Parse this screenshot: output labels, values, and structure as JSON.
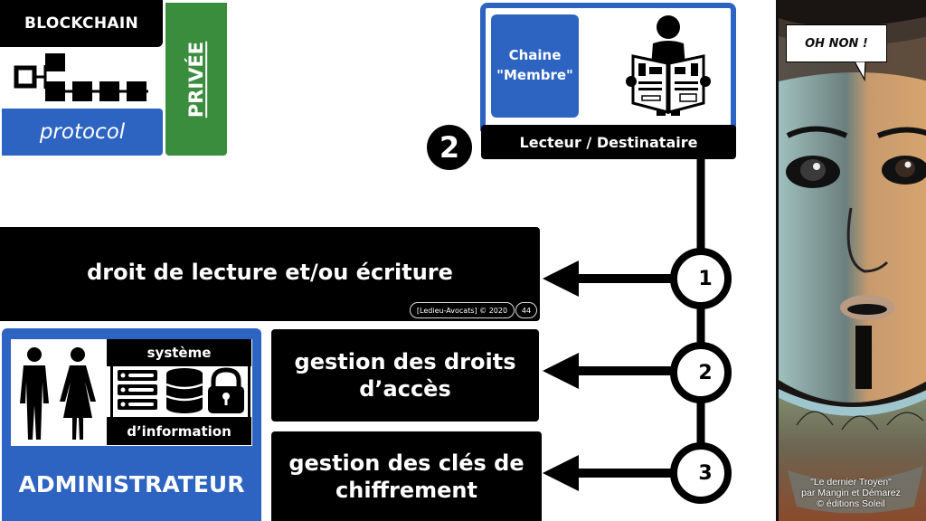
{
  "badge": {
    "title": "BLOCKCHAIN",
    "subtitle": "protocol",
    "type": "PRIVÉE"
  },
  "reader": {
    "number": "2",
    "chain": "Chaine \"Membre\"",
    "role": "Lecteur / Destinataire"
  },
  "actions": [
    {
      "number": "1",
      "label": "droit de lecture et/ou écriture"
    },
    {
      "number": "2",
      "label": "gestion des droits d’accès"
    },
    {
      "number": "3",
      "label": "gestion des clés de chiffrement"
    }
  ],
  "footer": {
    "copyright": "[Ledieu-Avocats] © 2020",
    "page": "44"
  },
  "admin": {
    "system_top": "système",
    "system_bottom": "d’information",
    "role": "ADMINISTRATEUR"
  },
  "comic": {
    "speech": "OH NON !",
    "credit_line1": "\"Le dernier Troyen\"",
    "credit_line2": "par Mangin et Démarez",
    "credit_line3": "© éditions Soleil"
  },
  "colors": {
    "blue": "#2d63c1",
    "green": "#3b8d3e",
    "black": "#000000"
  }
}
